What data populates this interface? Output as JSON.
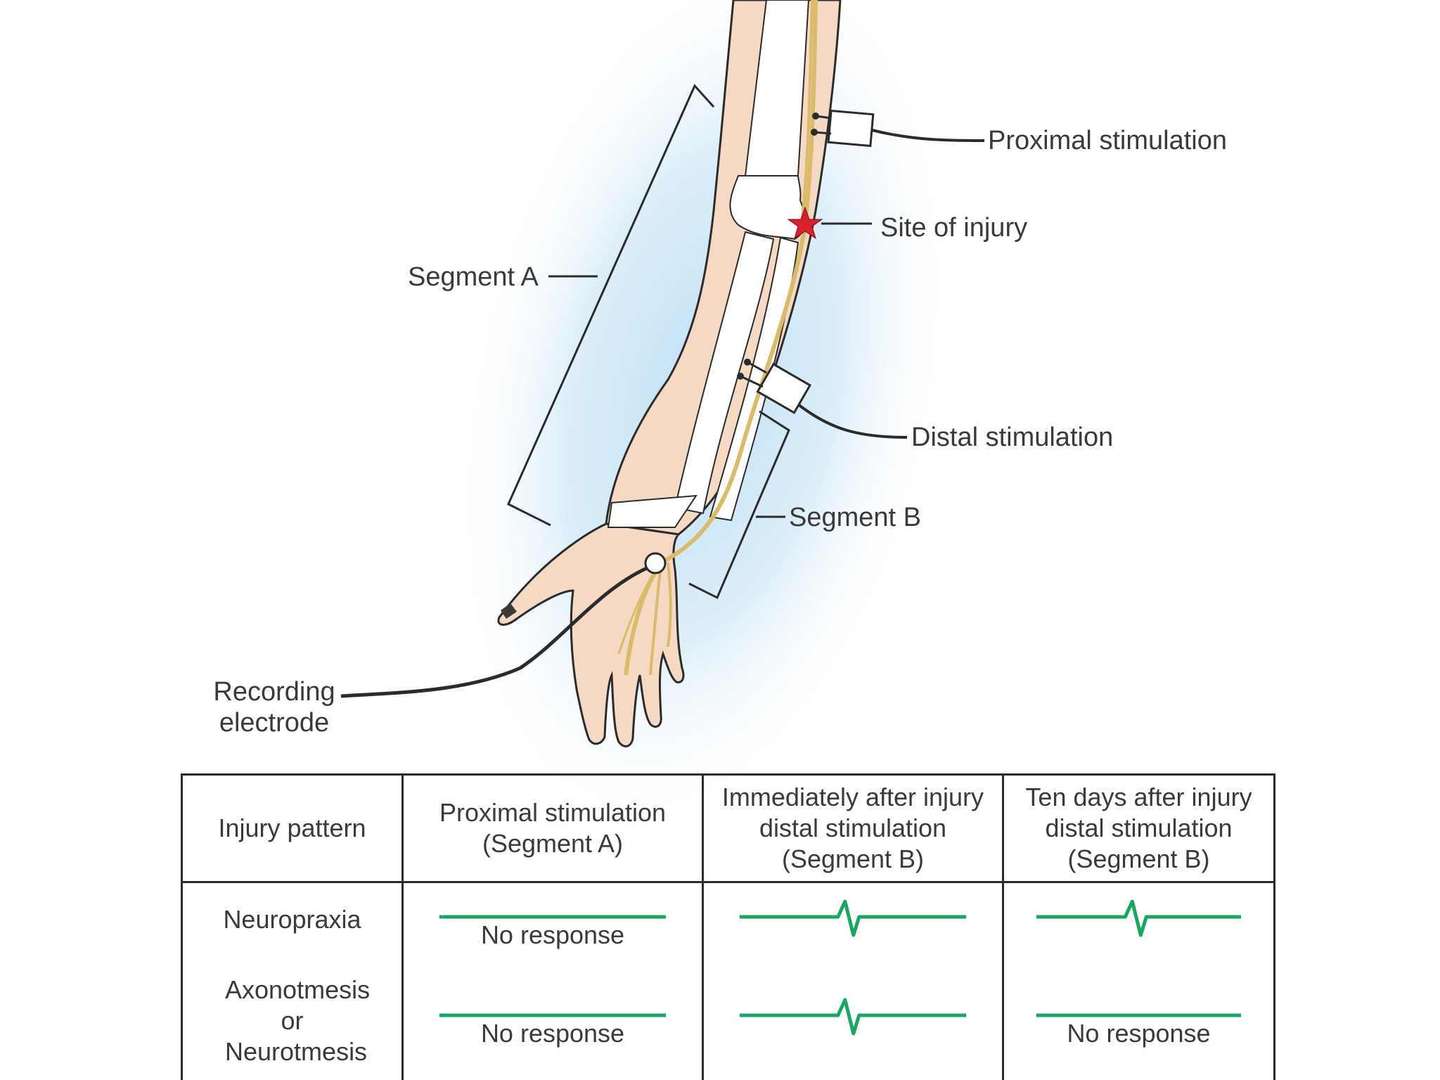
{
  "diagram": {
    "labels": {
      "proximal_stimulation": "Proximal stimulation",
      "site_of_injury": "Site of injury",
      "segment_a": "Segment A",
      "distal_stimulation": "Distal stimulation",
      "segment_b": "Segment B",
      "recording_electrode": "Recording electrode"
    },
    "colors": {
      "skin": "#f6d9c4",
      "bone": "#ffffff",
      "nerve": "#d9bb6b",
      "glow": "#cfe6f5",
      "injury_star": "#d8202f",
      "outline": "#2b2b2b"
    }
  },
  "table": {
    "headers": [
      "Injury pattern",
      "Proximal stimulation (Segment A)",
      "Immediately after injury distal stimulation (Segment B)",
      "Ten days after injury distal stimulation (Segment B)"
    ],
    "rows": [
      {
        "pattern": "Neuropraxia",
        "cells": [
          {
            "trace": "flat",
            "note": "No response"
          },
          {
            "trace": "spike",
            "note": ""
          },
          {
            "trace": "spike",
            "note": ""
          }
        ]
      },
      {
        "pattern": "Axonotmesis or Neurotmesis",
        "cells": [
          {
            "trace": "flat",
            "note": "No response"
          },
          {
            "trace": "spike",
            "note": ""
          },
          {
            "trace": "flat",
            "note": "No response"
          }
        ]
      }
    ],
    "trace_color": "#1aa660"
  }
}
